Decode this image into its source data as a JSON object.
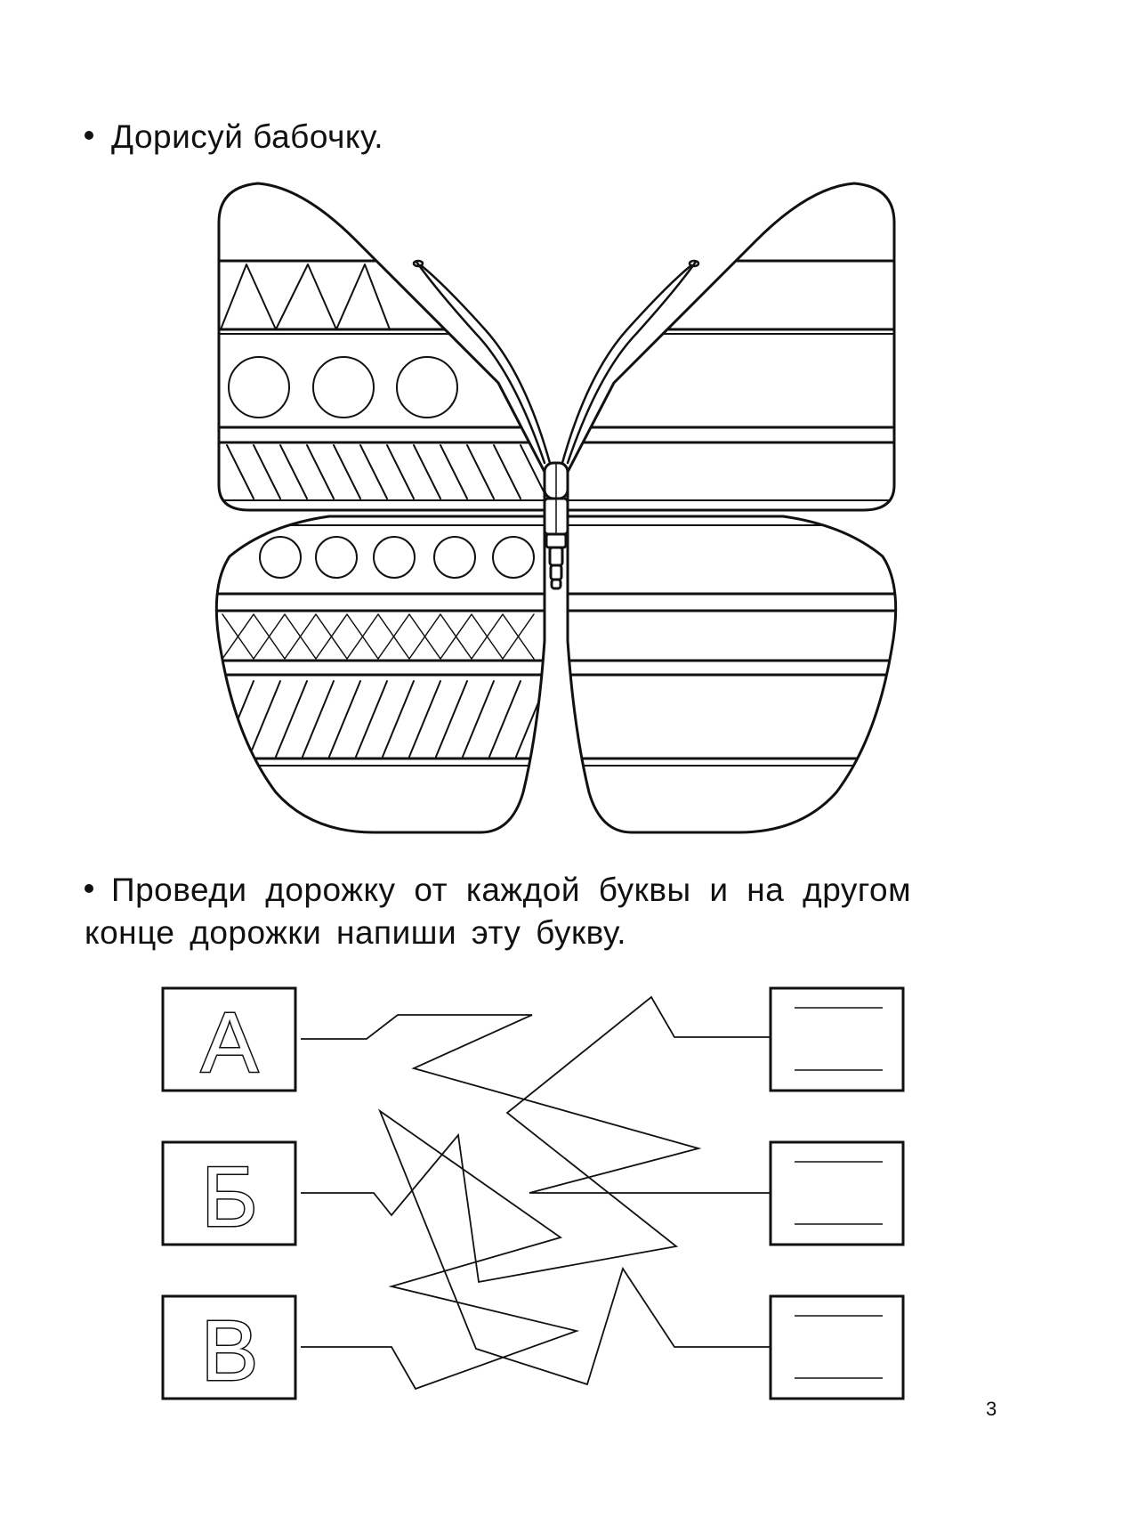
{
  "tasks": {
    "draw_butterfly": {
      "instruction": "Дорисуй бабочку."
    },
    "trace_path": {
      "instruction_line1": "Проведи дорожку от каждой буквы и на другом",
      "instruction_line2": "конце дорожки напиши эту букву."
    }
  },
  "letters": [
    "А",
    "Б",
    "В"
  ],
  "page_number": "3"
}
